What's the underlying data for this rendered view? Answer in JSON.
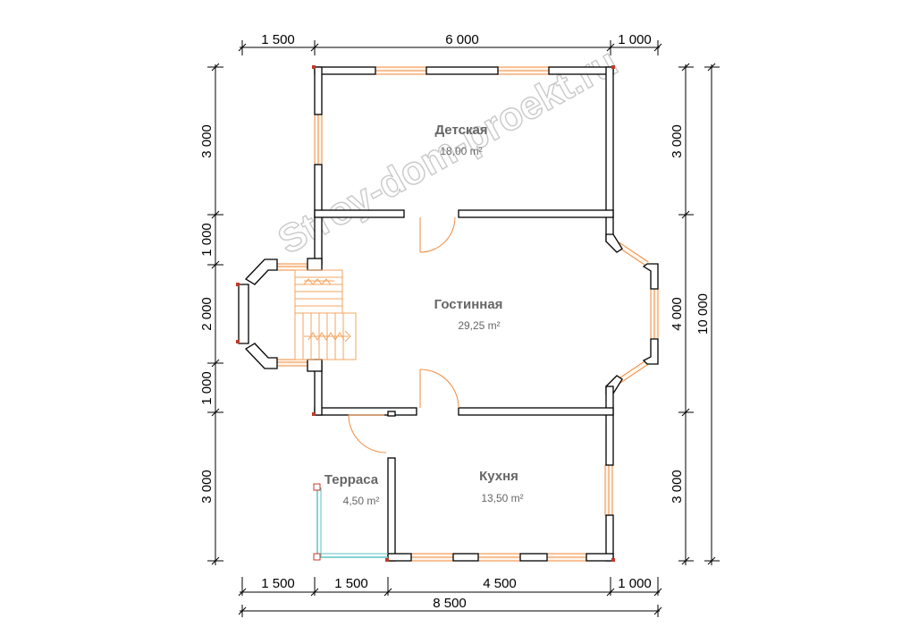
{
  "watermark": "Stroy-dom-proekt.ru",
  "dimensions": {
    "top": [
      "1 500",
      "6 000",
      "1 000"
    ],
    "bottom": [
      "1 500",
      "1 500",
      "4 500",
      "1 000"
    ],
    "overall_width": "8 500",
    "left": [
      "3 000",
      "1 000",
      "2 000",
      "1 000",
      "3 000"
    ],
    "right": [
      "3 000",
      "4 000",
      "3 000"
    ],
    "overall_height": "10 000"
  },
  "rooms": [
    {
      "name": "Детская",
      "area": "18,00 m²"
    },
    {
      "name": "Гостинная",
      "area": "29,25 m²"
    },
    {
      "name": "Терраса",
      "area": "4,50 m²"
    },
    {
      "name": "Кухня",
      "area": "13,50 m²"
    }
  ],
  "colors": {
    "wall_fill": "#ffffff",
    "wall_stroke": "#000000",
    "window": "#f08a3c",
    "door": "#f08a3c",
    "stairs": "#f3a461",
    "terrace": "#5cc2c2",
    "text": "#666666",
    "dimension_line": "#000000"
  }
}
